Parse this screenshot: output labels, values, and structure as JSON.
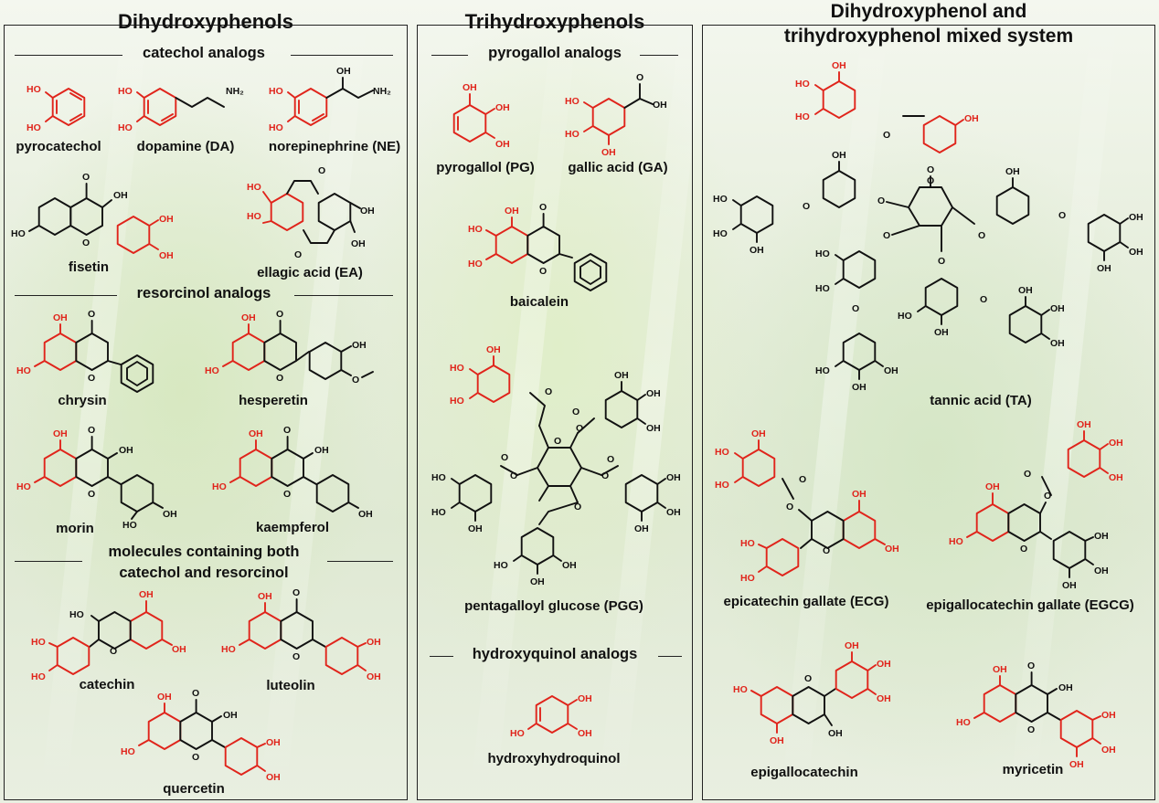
{
  "colors": {
    "highlight": "#e0241b",
    "ink": "#111111",
    "frame": "#222222"
  },
  "panels": [
    {
      "title": "Dihydroxyphenols",
      "sections": [
        {
          "label": "catechol analogs",
          "molecules": [
            "pyrocatechol",
            "dopamine (DA)",
            "norepinephrine (NE)",
            "fisetin",
            "ellagic acid (EA)"
          ]
        },
        {
          "label": "resorcinol analogs",
          "molecules": [
            "chrysin",
            "hesperetin",
            "morin",
            "kaempferol"
          ]
        },
        {
          "label_line1": "molecules containing both",
          "label_line2": "catechol and resorcinol",
          "molecules": [
            "catechin",
            "luteolin",
            "quercetin"
          ]
        }
      ]
    },
    {
      "title": "Trihydroxyphenols",
      "sections": [
        {
          "label": "pyrogallol analogs",
          "molecules": [
            "pyrogallol (PG)",
            "gallic acid (GA)",
            "baicalein",
            "pentagalloyl glucose (PGG)"
          ]
        },
        {
          "label": "hydroxyquinol  analogs",
          "molecules": [
            "hydroxyhydroquinol"
          ]
        }
      ]
    },
    {
      "title_line1": "Dihydroxyphenol and",
      "title_line2": "trihydroxyphenol mixed system",
      "molecules": [
        "tannic acid (TA)",
        "epicatechin gallate (ECG)",
        "epigallocatechin gallate (EGCG)",
        "epigallocatechin",
        "myricetin"
      ]
    }
  ],
  "atom_labels": {
    "oh": "OH",
    "ho": "HO",
    "o": "O",
    "nh2": "NH₂"
  }
}
